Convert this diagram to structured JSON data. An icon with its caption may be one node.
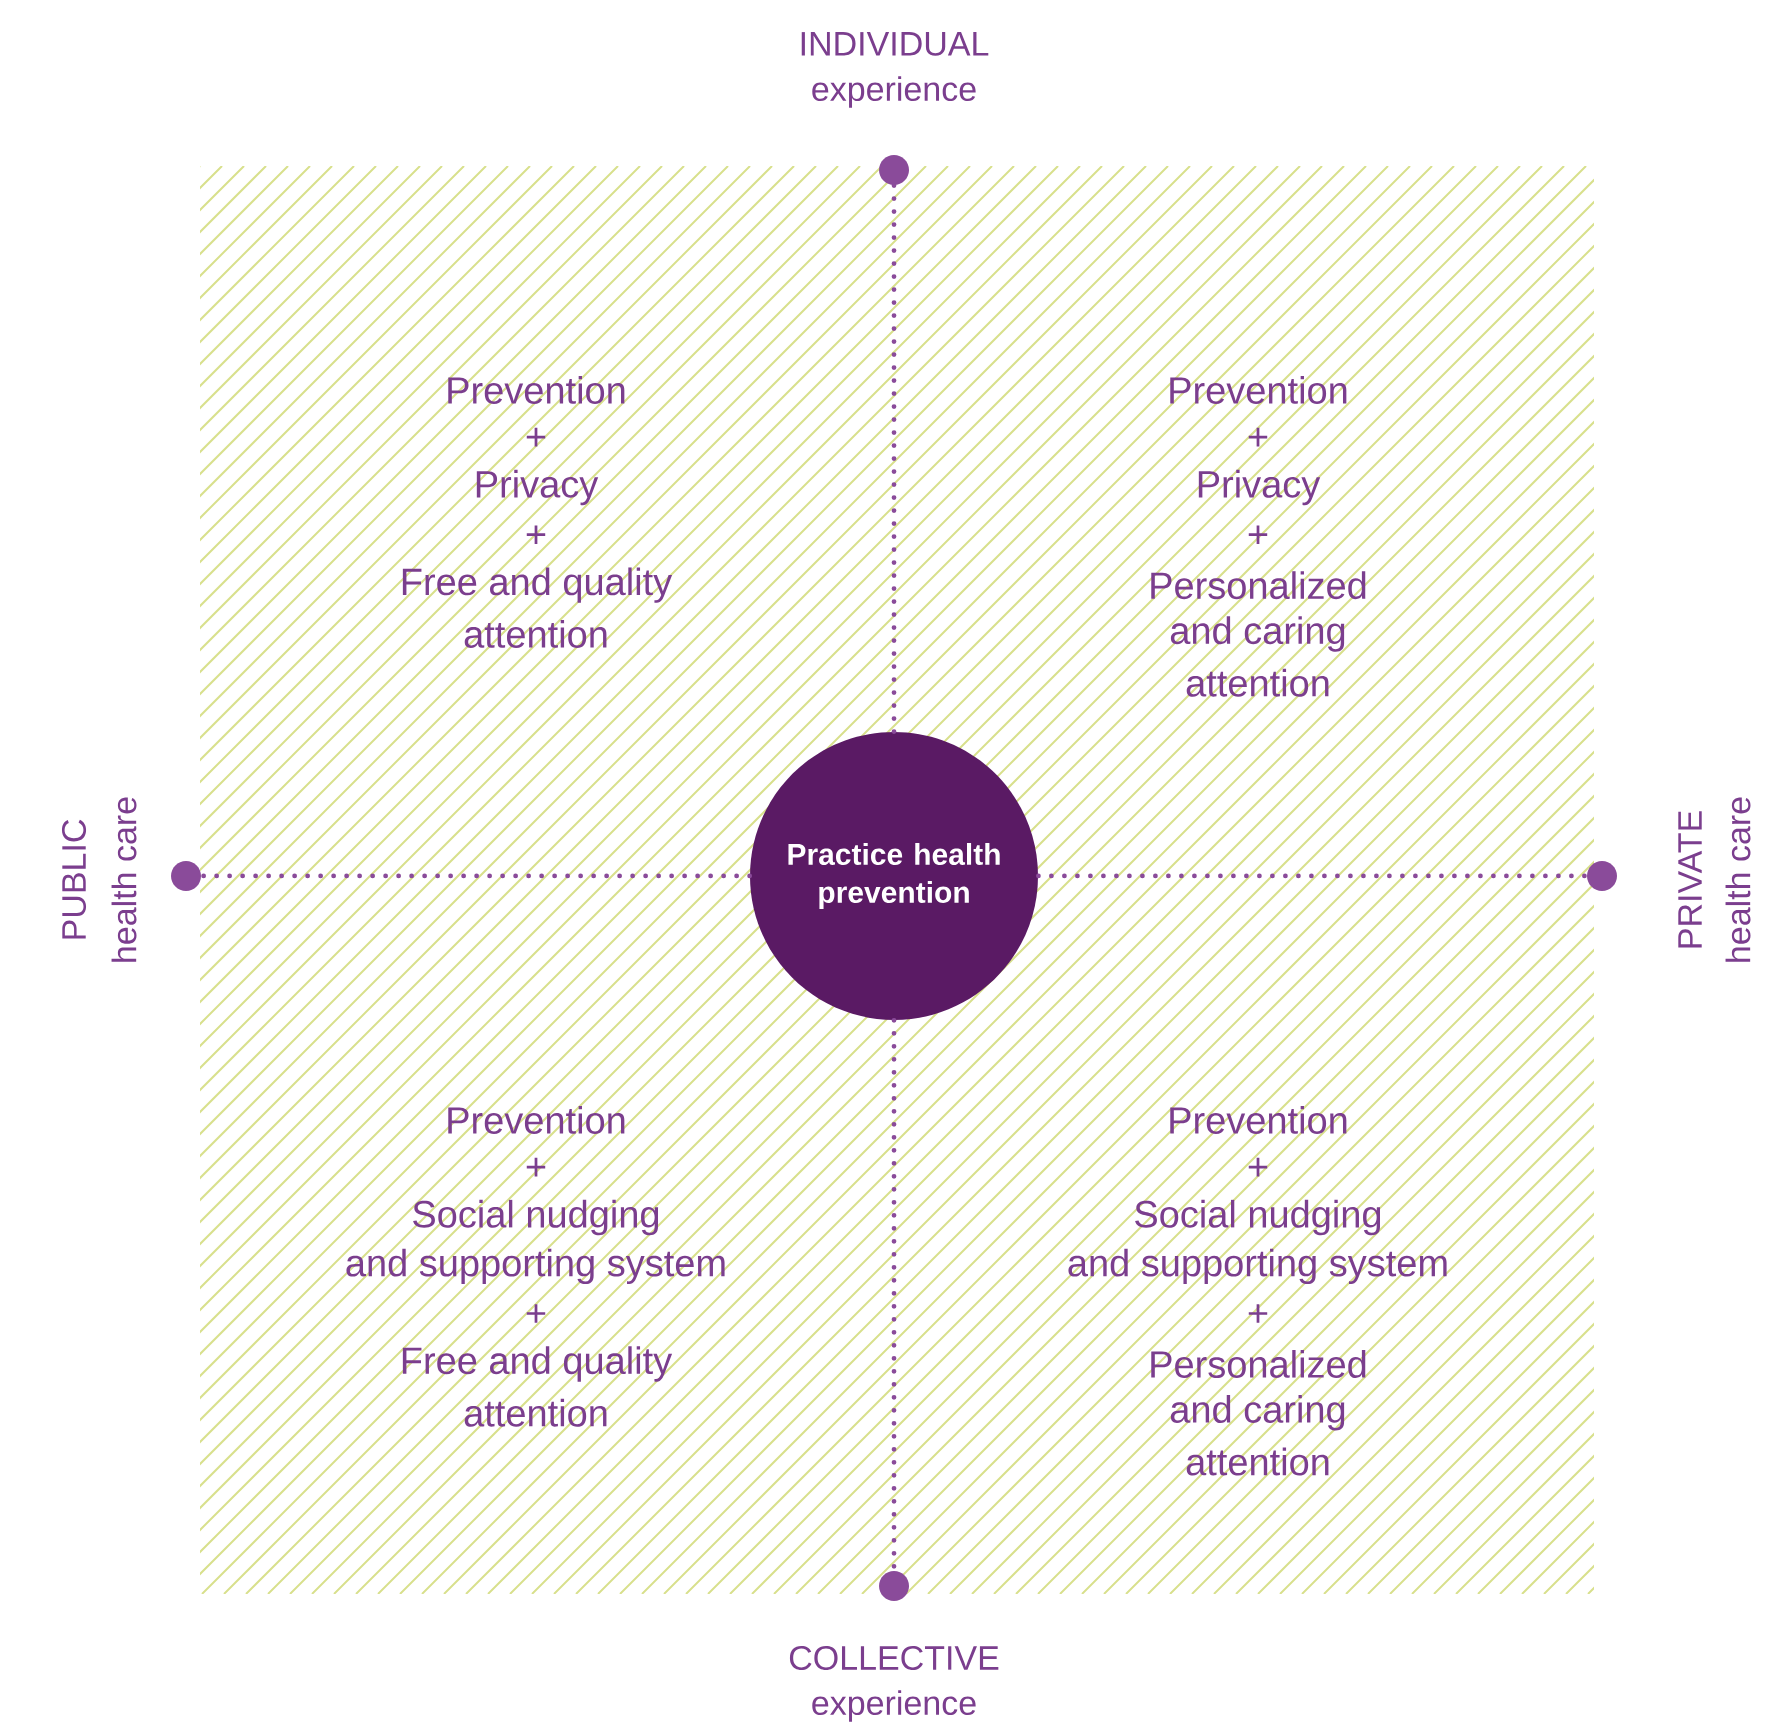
{
  "diagram": {
    "nodes": [
      {
        "text": [
          "Practice health prevention"
        ]
      },
      {
        "text": [],
        "shape": "circle",
        "beside": [
          "INDIVIDUAL",
          "experience"
        ]
      },
      {
        "text": [],
        "shape": "circle",
        "beside": [
          "PUBLIC",
          "health care"
        ]
      },
      {
        "text": [],
        "shape": "circle",
        "beside": [
          "PRIVATE",
          "health care"
        ]
      },
      {
        "text": [],
        "shape": "circle",
        "beside": [
          "COLLECTIVE",
          "experience"
        ]
      }
    ],
    "edges": [
      {
        "from": 0,
        "to": 1,
        "arrow": "none",
        "style": "dashed"
      },
      {
        "from": 0,
        "to": 2,
        "arrow": "none",
        "style": "dashed"
      },
      {
        "from": 0,
        "to": 3,
        "arrow": "none",
        "style": "dashed"
      },
      {
        "from": 0,
        "to": 4,
        "arrow": "none",
        "style": "dashed"
      }
    ],
    "labels": [
      "Prevention",
      "+",
      "Privacy",
      "+",
      "Free and quality",
      "attention",
      "Prevention",
      "+",
      "Privacy",
      "+",
      "Personalized",
      "and caring",
      "attention",
      "Prevention",
      "+",
      "Social nudging",
      "and supporting system",
      "+",
      "Free and quality",
      "attention",
      "Prevention",
      "+",
      "Social nudging",
      "and supporting system",
      "+",
      "Personalized",
      "and caring",
      "attention"
    ]
  }
}
